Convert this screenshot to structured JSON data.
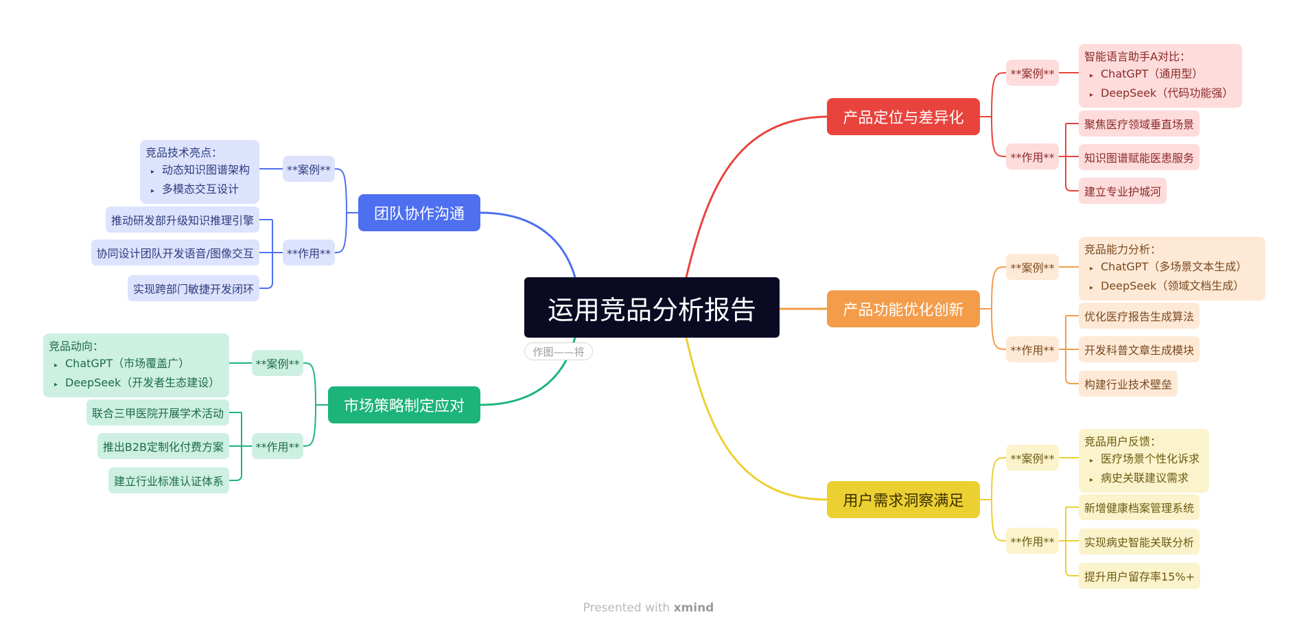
{
  "central": {
    "title": "运用竞品分析报告",
    "author_tag": "作图——将"
  },
  "footer": {
    "prefix": "Presented with ",
    "brand": "xmind"
  },
  "colors": {
    "central_bg": "#0a0a23",
    "red": "#e8433d",
    "red_light": "#fddcdb",
    "red_text": "#8a2a28",
    "orange": "#f39c4a",
    "orange_light": "#fde9d6",
    "orange_text": "#7a4a20",
    "yellow": "#ecd032",
    "yellow_light": "#fbf3cc",
    "yellow_text": "#6b5a10",
    "blue": "#4d6ff0",
    "blue_light": "#dde3fd",
    "blue_text": "#2e3d7e",
    "green": "#1cb47a",
    "green_light": "#cdf0e2",
    "green_text": "#1d6b4b"
  },
  "branches": {
    "positioning": {
      "title": "产品定位与差异化",
      "case_label": "**案例**",
      "case_title": "智能语言助手A对比：",
      "case_items": [
        "ChatGPT（通用型）",
        "DeepSeek（代码功能强）"
      ],
      "role_label": "**作用**",
      "roles": [
        "聚焦医疗领域垂直场景",
        "知识图谱赋能医患服务",
        "建立专业护城河"
      ]
    },
    "features": {
      "title": "产品功能优化创新",
      "case_label": "**案例**",
      "case_title": "竞品能力分析：",
      "case_items": [
        "ChatGPT（多场景文本生成）",
        "DeepSeek（领域文档生成）"
      ],
      "role_label": "**作用**",
      "roles": [
        "优化医疗报告生成算法",
        "开发科普文章生成模块",
        "构建行业技术壁垒"
      ]
    },
    "users": {
      "title": "用户需求洞察满足",
      "case_label": "**案例**",
      "case_title": "竞品用户反馈：",
      "case_items": [
        "医疗场景个性化诉求",
        "病史关联建议需求"
      ],
      "role_label": "**作用**",
      "roles": [
        "新增健康档案管理系统",
        "实现病史智能关联分析",
        "提升用户留存率15%+"
      ]
    },
    "team": {
      "title": "团队协作沟通",
      "case_label": "**案例**",
      "case_title": "竞品技术亮点：",
      "case_items": [
        "动态知识图谱架构",
        "多模态交互设计"
      ],
      "role_label": "**作用**",
      "roles": [
        "推动研发部升级知识推理引擎",
        "协同设计团队开发语音/图像交互",
        "实现跨部门敏捷开发闭环"
      ]
    },
    "market": {
      "title": "市场策略制定应对",
      "case_label": "**案例**",
      "case_title": "竞品动向：",
      "case_items": [
        "ChatGPT（市场覆盖广）",
        "DeepSeek（开发者生态建设）"
      ],
      "role_label": "**作用**",
      "roles": [
        "联合三甲医院开展学术活动",
        "推出B2B定制化付费方案",
        "建立行业标准认证体系"
      ]
    }
  }
}
